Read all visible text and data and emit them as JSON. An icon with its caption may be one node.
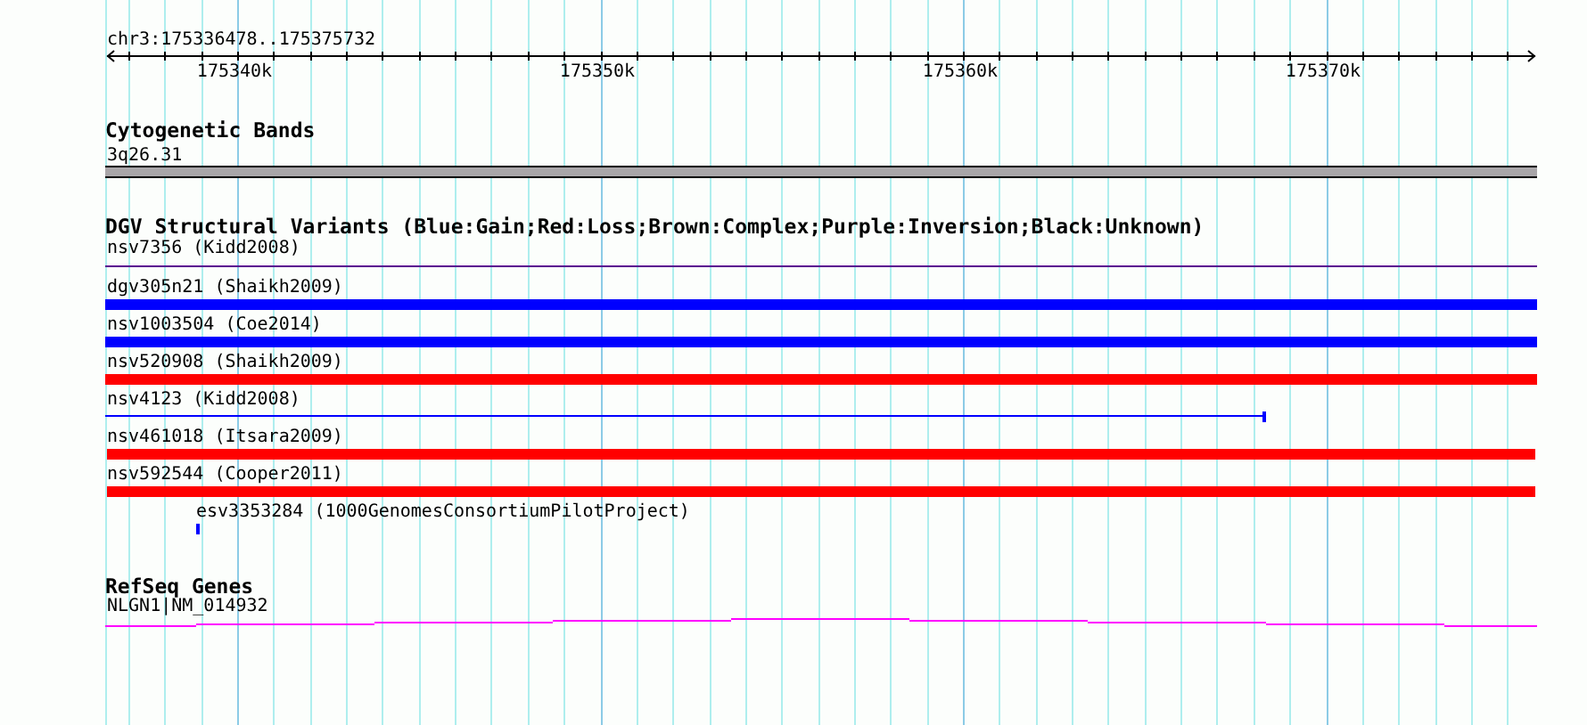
{
  "diagram": {
    "title": "chr3:175336478..175375732",
    "nodes": [
      {
        "text": [
          "3q26.31"
        ]
      },
      {
        "text": [
          "nsv7356 (Kidd2008)"
        ]
      },
      {
        "text": [
          "dgv305n21 (Shaikh2009)"
        ]
      },
      {
        "text": [
          "nsv1003504 (Coe2014)"
        ]
      },
      {
        "text": [
          "nsv520908 (Shaikh2009)"
        ]
      },
      {
        "text": [
          "nsv4123 (Kidd2008)"
        ]
      },
      {
        "text": [
          "nsv461018 (Itsara2009)"
        ]
      },
      {
        "text": [
          "nsv592544 (Cooper2011)"
        ]
      },
      {
        "text": [
          "esv3353284 (1000GenomesConsortiumPilotProject)"
        ]
      },
      {
        "text": [
          "NLGN1|NM_014932"
        ]
      }
    ],
    "labels": [
      "175340k",
      "175350k",
      "175360k",
      "175370k",
      "Cytogenetic Bands",
      "DGV Structural Variants (Blue:Gain;Red:Loss;Brown:Complex;Purple:Inversion;Black:Unknown)",
      "RefSeq Genes"
    ]
  }
}
